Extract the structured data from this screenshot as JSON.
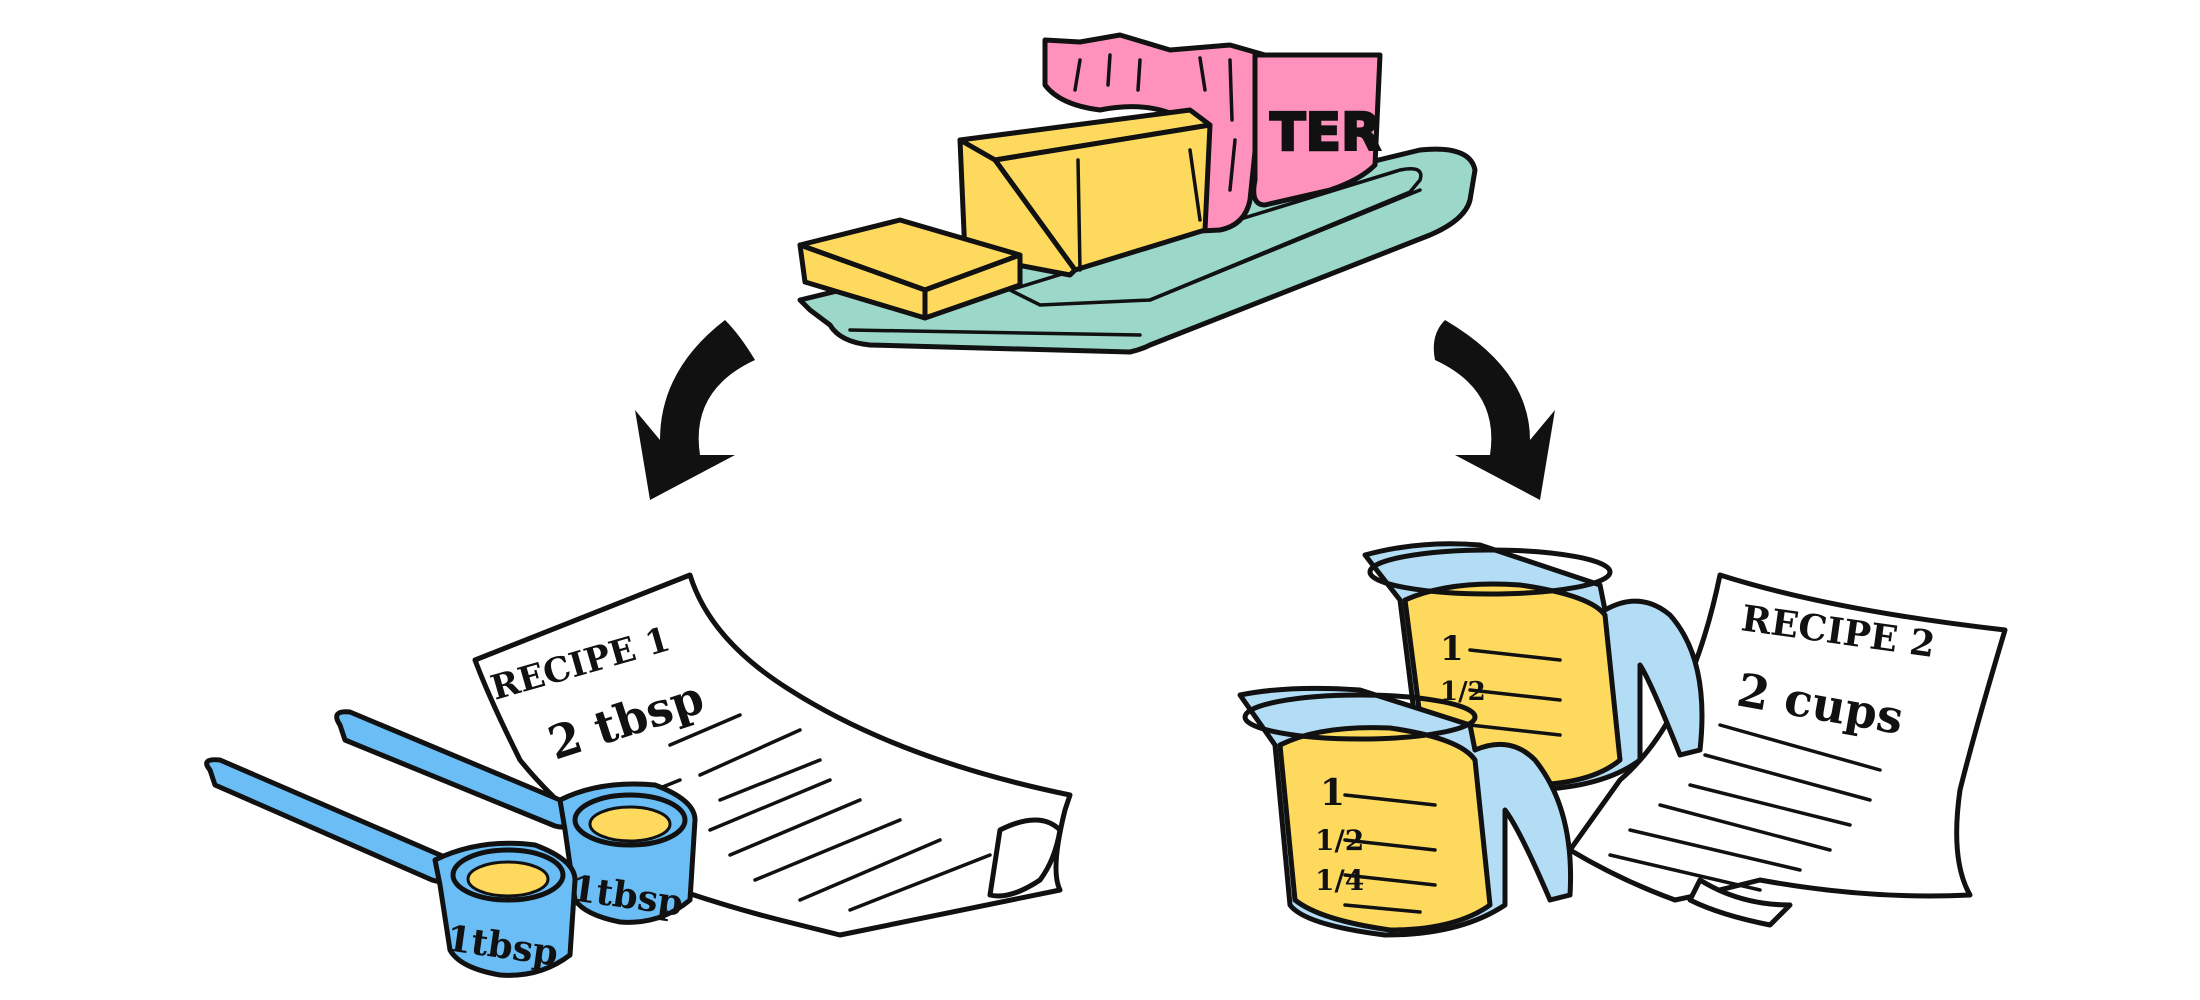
{
  "colors": {
    "ink": "#111111",
    "butter": "#FDDA5E",
    "wrapper": "#FF92BC",
    "wrapper_text": "#FDF3A6",
    "dish": "#9CD8CA",
    "spoon": "#6BBDF5",
    "cup": "#B3DDF5",
    "paper": "#FFFFFF"
  },
  "butter_dish": {
    "wrapper_label": "TER"
  },
  "icons": [
    "curved-arrow-left-icon",
    "curved-arrow-right-icon"
  ],
  "recipe1": {
    "title": "RECIPE 1",
    "amount": "2 tbsp",
    "spoon_label_front": "1tbsp",
    "spoon_label_back": "1tbsp"
  },
  "recipe2": {
    "title": "RECIPE 2",
    "amount": "2 cups",
    "cup_marks": [
      "1",
      "1/2",
      "1/4"
    ],
    "back_cup_marks": [
      "1",
      "1/2"
    ]
  }
}
